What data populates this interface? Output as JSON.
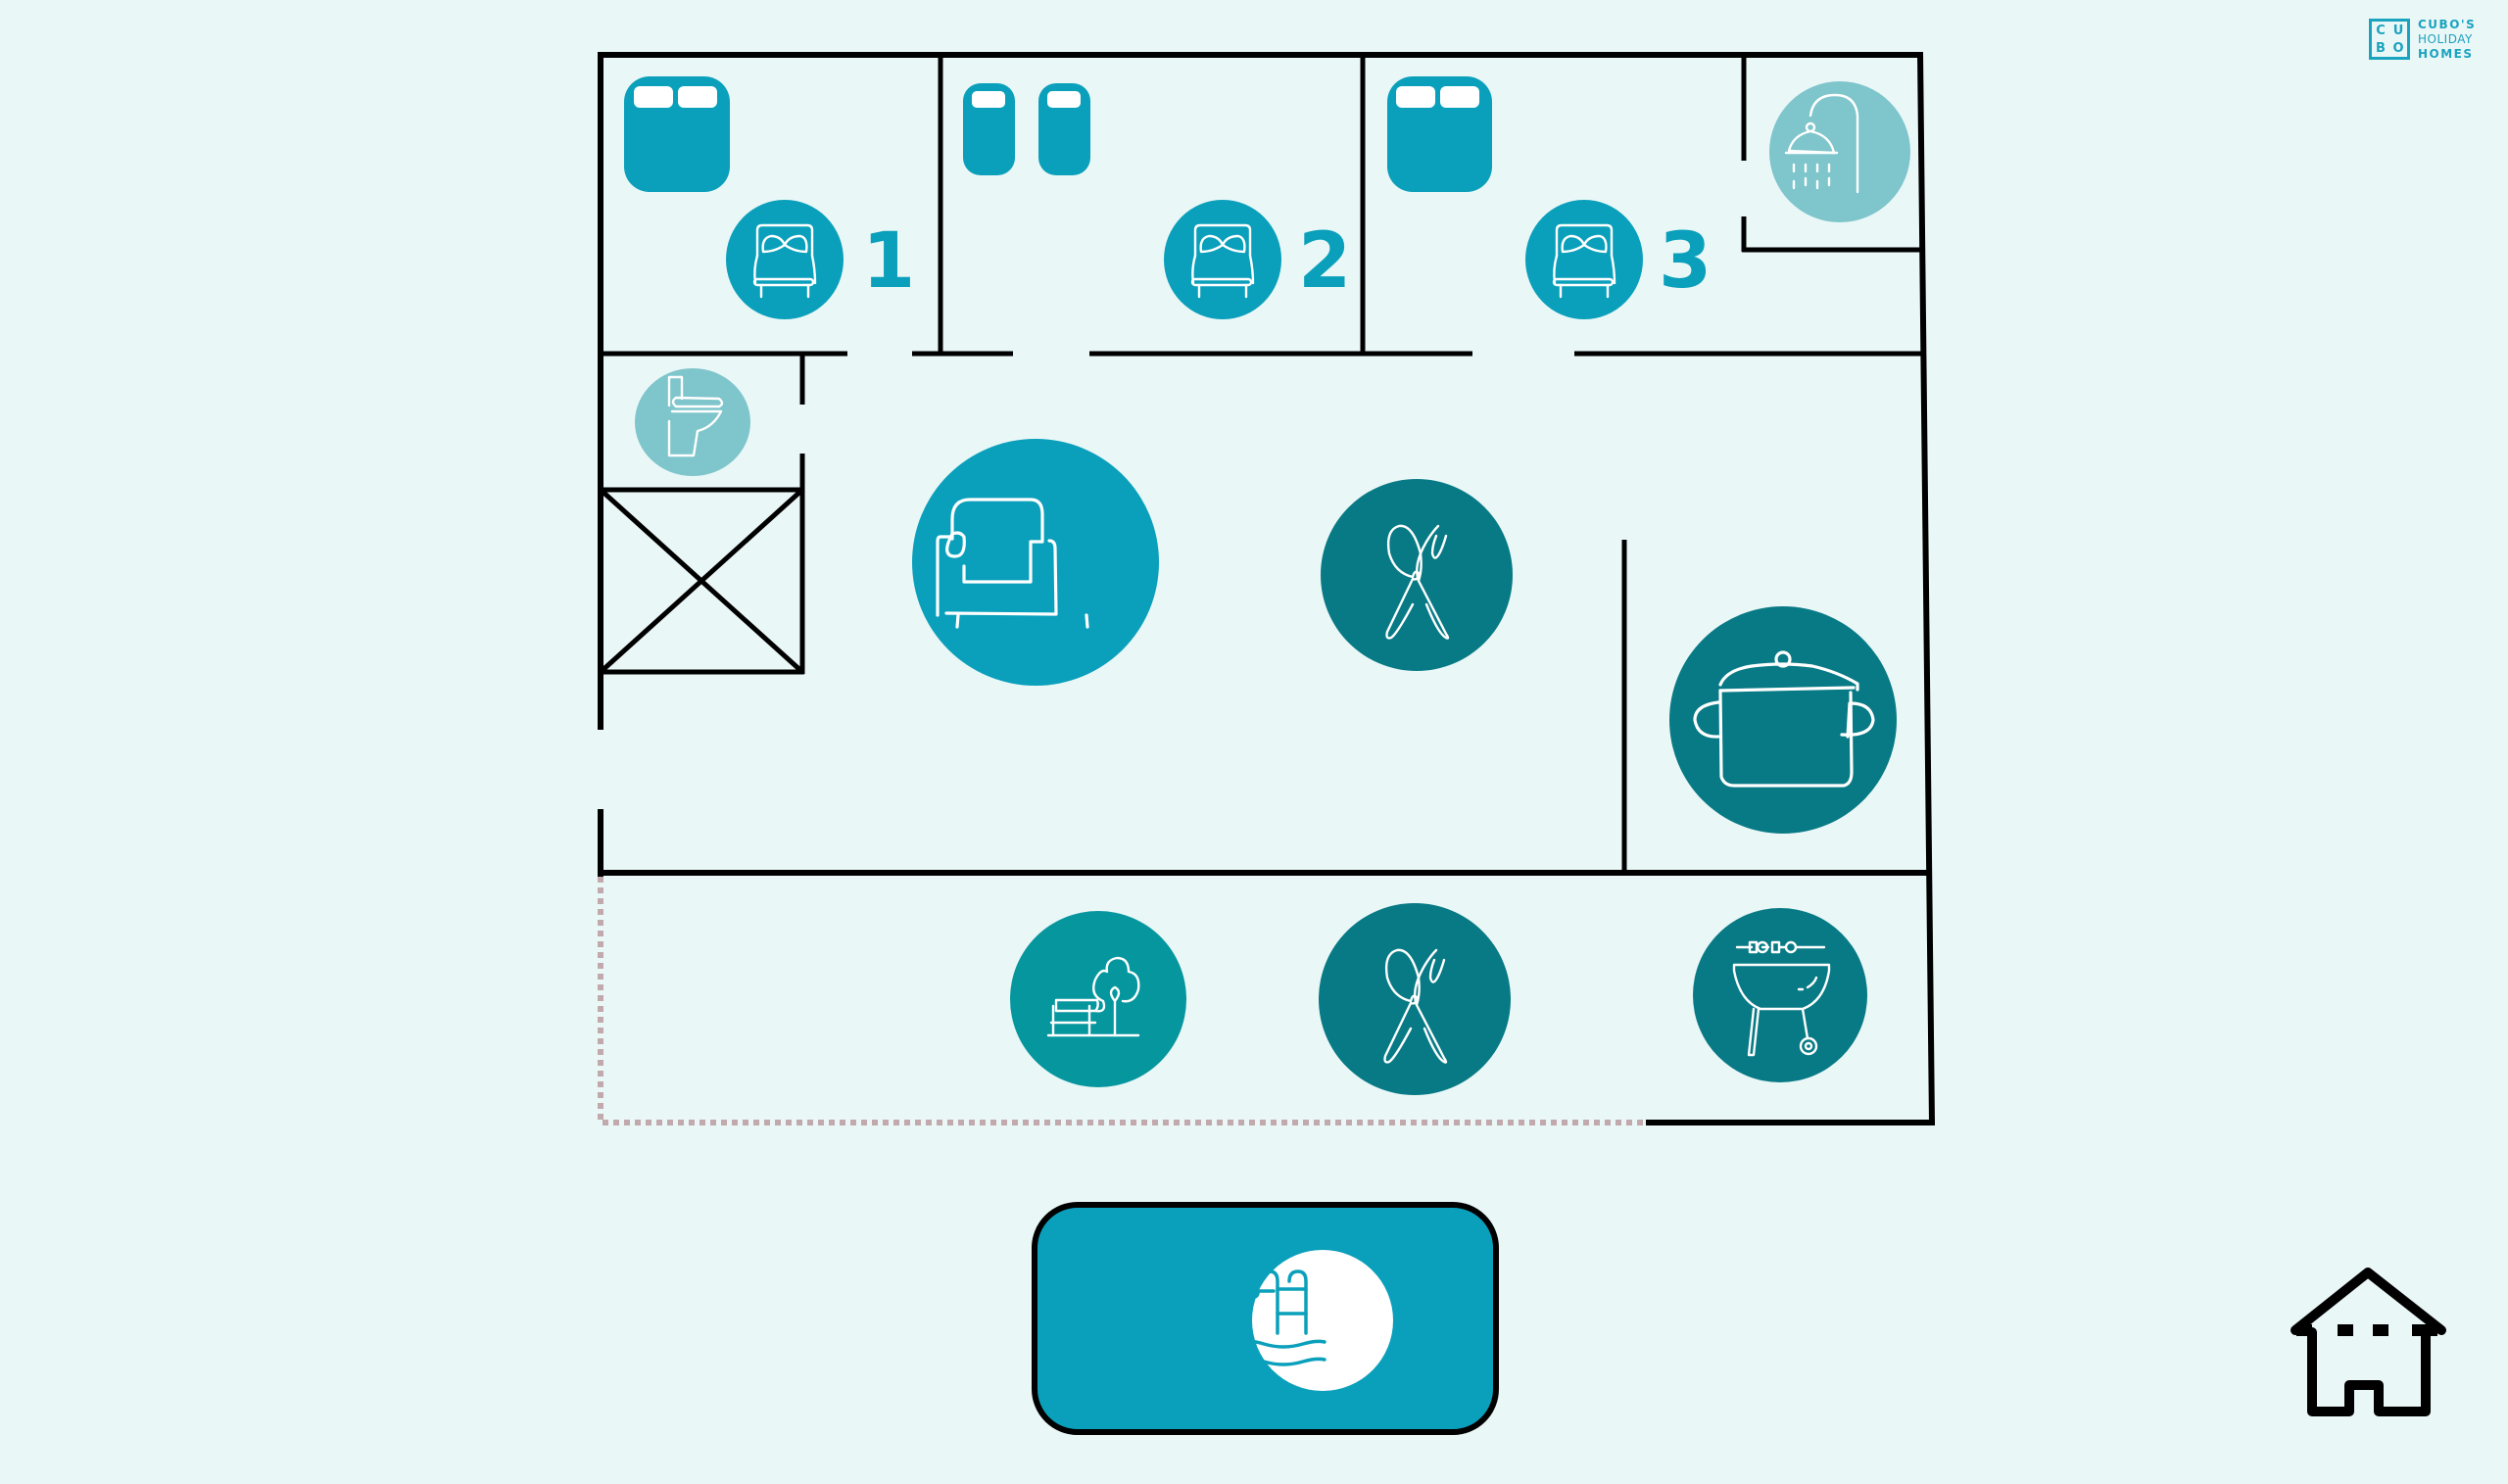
{
  "brand": {
    "logo_letters": [
      "C",
      "U",
      "B",
      "O"
    ],
    "name_line1": "CUBO'S",
    "name_line2": "HOLIDAY",
    "name_line3": "HOMES",
    "color": "#1aa3bf"
  },
  "colors": {
    "background": "#eaf7f7",
    "bedroom_icon": "#0aa0bb",
    "bathroom_icon": "#7ec5cc",
    "living_icon": "#0aa0bb",
    "dining_icon": "#087a85",
    "kitchen_icon": "#087a85",
    "garden_icon": "#06969e",
    "bbq_icon": "#087a85",
    "pool_fill": "#0aa0bb",
    "wall": "#000000",
    "terrace_boundary": "#c2a9ad"
  },
  "rooms": {
    "bedroom_1": {
      "label": "1",
      "bed_type": "double-bed",
      "icon": "bed-icon"
    },
    "bedroom_2": {
      "label": "2",
      "bed_type": "twin-beds",
      "icon": "bed-icon"
    },
    "bedroom_3": {
      "label": "3",
      "bed_type": "double-bed",
      "icon": "bed-icon"
    },
    "bathroom_shower": {
      "icon": "shower-icon"
    },
    "toilet": {
      "icon": "toilet-icon"
    },
    "stairs": {
      "icon": "stairs-crossed-box"
    },
    "living_room": {
      "icon": "sofa-icon"
    },
    "dining_room": {
      "icon": "cutlery-icon"
    },
    "kitchen": {
      "icon": "cooking-pot-icon"
    },
    "terrace": {
      "items": [
        {
          "name": "garden",
          "icon": "garden-bench-tree-icon"
        },
        {
          "name": "outdoor_dining",
          "icon": "cutlery-icon"
        },
        {
          "name": "barbecue",
          "icon": "barbecue-grill-icon"
        }
      ]
    },
    "pool": {
      "icon": "pool-ladder-icon"
    }
  },
  "navigation": {
    "home_icon": "home-icon"
  }
}
